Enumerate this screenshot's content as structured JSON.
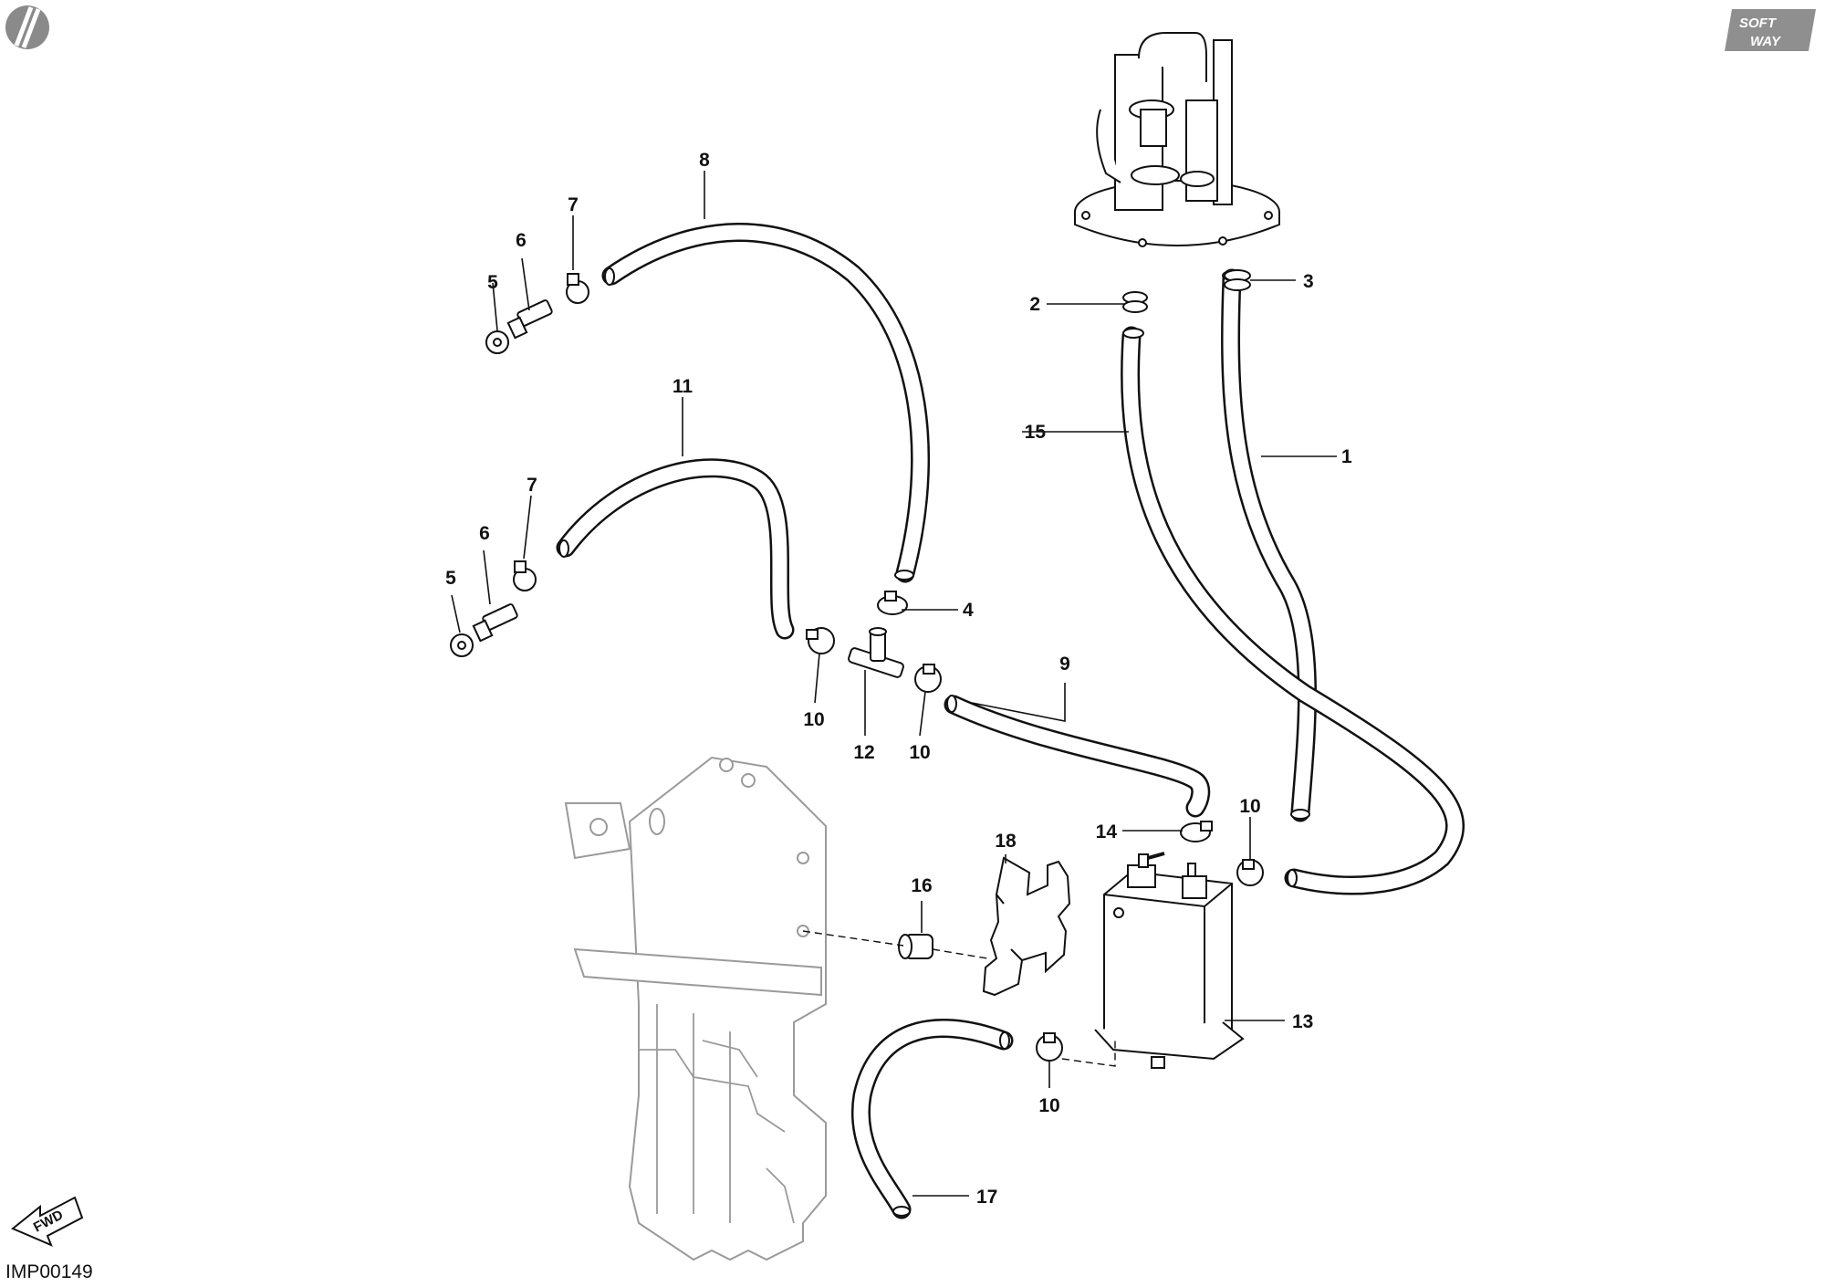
{
  "diagram": {
    "drawing_code": "IMP00149",
    "watermark": {
      "line1": "SOFT",
      "line2": "WAY"
    },
    "fwd_label": "FWD",
    "accent_grey": "#9a9a9a",
    "line_color": "#111111",
    "callouts": {
      "c1": "1",
      "c2": "2",
      "c3": "3",
      "c4": "4",
      "c5a": "5",
      "c5b": "5",
      "c6a": "6",
      "c6b": "6",
      "c7a": "7",
      "c7b": "7",
      "c8": "8",
      "c9": "9",
      "c10a": "10",
      "c10b": "10",
      "c10c": "10",
      "c10d": "10",
      "c11": "11",
      "c12": "12",
      "c13": "13",
      "c14": "14",
      "c15": "15",
      "c16": "16",
      "c17": "17",
      "c18": "18"
    },
    "icons": [
      "ducati-logo-icon",
      "softway-logo-icon",
      "fwd-arrow-icon"
    ]
  }
}
